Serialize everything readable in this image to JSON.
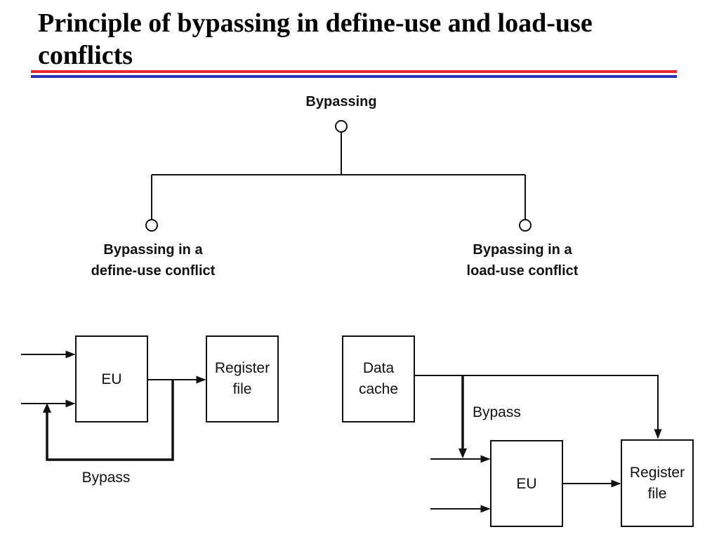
{
  "slide": {
    "title": "Principle of bypassing in define-use and load-use conflicts"
  },
  "tree": {
    "root_label": "Bypassing",
    "left_label_line1": "Bypassing in a",
    "left_label_line2": "define-use conflict",
    "right_label_line1": "Bypassing in a",
    "right_label_line2": "load-use conflict"
  },
  "define_use": {
    "eu_label": "EU",
    "register_file_line1": "Register",
    "register_file_line2": "file",
    "bypass_label": "Bypass"
  },
  "load_use": {
    "data_cache_line1": "Data",
    "data_cache_line2": "cache",
    "eu_label": "EU",
    "register_file_line1": "Register",
    "register_file_line2": "file",
    "bypass_label": "Bypass"
  },
  "colors": {
    "rule_red": "#e8242c",
    "rule_blue": "#2a2fb4"
  }
}
